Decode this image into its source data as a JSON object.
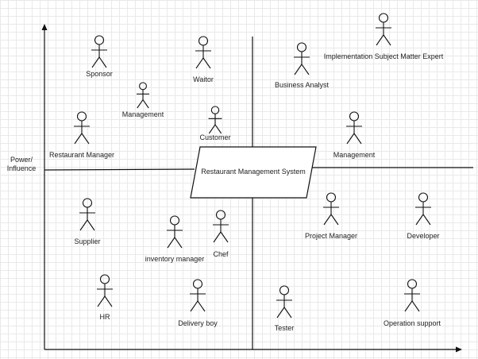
{
  "axes": {
    "y_label_line1": "Power/",
    "y_label_line2": "Influence"
  },
  "center_box": {
    "label": "Restaurant Management System"
  },
  "actors": [
    {
      "id": "sponsor",
      "label": "Sponsor"
    },
    {
      "id": "waitor",
      "label": "Waitor"
    },
    {
      "id": "management-left",
      "label": "Management"
    },
    {
      "id": "customer",
      "label": "Customer"
    },
    {
      "id": "restaurant-manager",
      "label": "Restaurant Manager"
    },
    {
      "id": "business-analyst",
      "label": "Business Analyst"
    },
    {
      "id": "implementation-sme",
      "label": "Implementation Subject Matter Expert"
    },
    {
      "id": "management-right",
      "label": "Management"
    },
    {
      "id": "supplier",
      "label": "Supplier"
    },
    {
      "id": "inventory-manager",
      "label": "inventory manager"
    },
    {
      "id": "chef",
      "label": "Chef"
    },
    {
      "id": "hr",
      "label": "HR"
    },
    {
      "id": "delivery-boy",
      "label": "Delivery boy"
    },
    {
      "id": "project-manager",
      "label": "Project Manager"
    },
    {
      "id": "developer",
      "label": "Developer"
    },
    {
      "id": "tester",
      "label": "Tester"
    },
    {
      "id": "operation-support",
      "label": "Operation support"
    }
  ]
}
